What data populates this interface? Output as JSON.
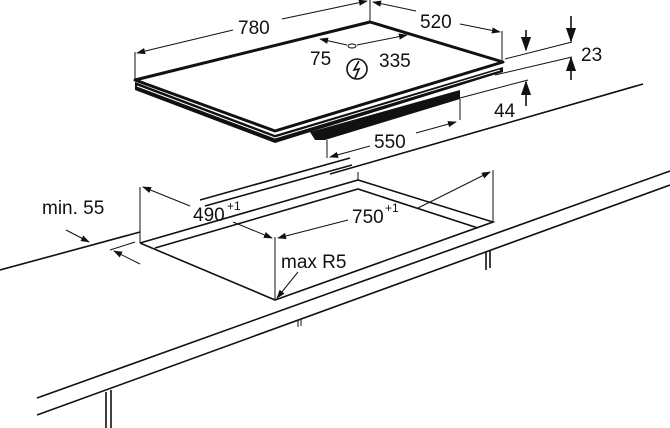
{
  "hob": {
    "width": "780",
    "depth": "520",
    "hole_left": "75",
    "hole_right": "335",
    "thickness": "23",
    "body_height": "44",
    "body_width": "550",
    "power_symbol": "lightning-in-circle-icon"
  },
  "cutout": {
    "depth": "490",
    "depth_tolerance": "+1",
    "width": "750",
    "width_tolerance": "+1",
    "corner_radius": "max R5",
    "min_edge_distance": "min. 55"
  },
  "colors": {
    "line": "#111111",
    "background": "#ffffff"
  }
}
